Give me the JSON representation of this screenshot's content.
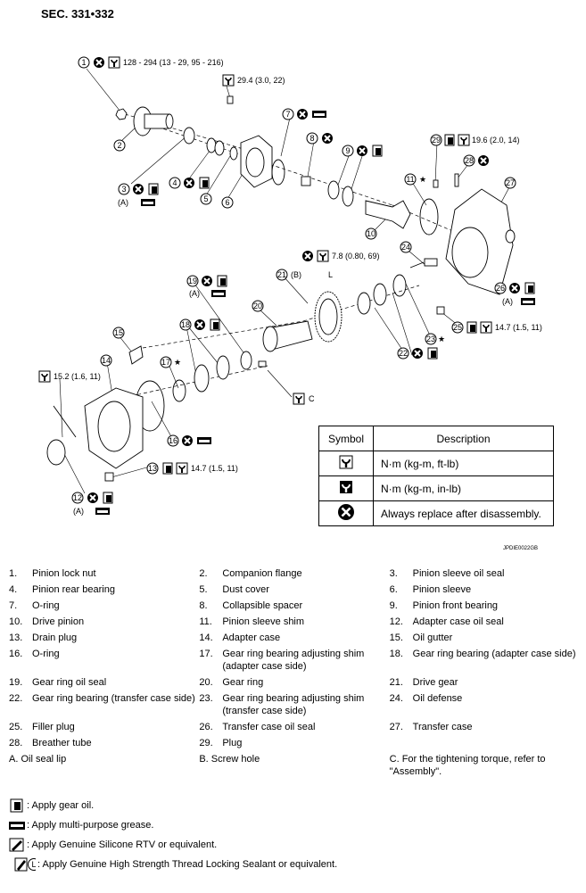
{
  "section": "SEC. 331•332",
  "callouts": {
    "c1": "128 - 294 (13 - 29, 95 - 216)",
    "c29a": "29.4 (3.0, 22)",
    "c29b": "19.6 (2.0, 14)",
    "c7_8": "7.8 (0.80, 69)",
    "c25": "14.7 (1.5, 11)",
    "c14": "15.2 (1.6, 11)",
    "c13": "14.7 (1.5, 11)",
    "paren_a": "(A)",
    "paren_b": "(B)",
    "letter_c": "C",
    "letter_l": "L",
    "star": "★"
  },
  "legend": {
    "col_symbol": "Symbol",
    "col_description": "Description",
    "rows": [
      {
        "icon": "torque-wrench-icon",
        "description": "N·m (kg-m, ft-lb)"
      },
      {
        "icon": "torque-wrench-in-icon",
        "description": "N·m (kg-m, in-lb)"
      },
      {
        "icon": "replace-x-icon",
        "description": "Always replace after disassembly."
      }
    ]
  },
  "ref_code": "JPDIE0022GB",
  "parts": [
    [
      {
        "n": "1.",
        "l": "Pinion lock nut"
      },
      {
        "n": "2.",
        "l": "Companion flange"
      },
      {
        "n": "3.",
        "l": "Pinion sleeve oil seal"
      }
    ],
    [
      {
        "n": "4.",
        "l": "Pinion rear bearing"
      },
      {
        "n": "5.",
        "l": "Dust cover"
      },
      {
        "n": "6.",
        "l": "Pinion sleeve"
      }
    ],
    [
      {
        "n": "7.",
        "l": "O-ring"
      },
      {
        "n": "8.",
        "l": "Collapsible spacer"
      },
      {
        "n": "9.",
        "l": "Pinion front bearing"
      }
    ],
    [
      {
        "n": "10.",
        "l": "Drive pinion"
      },
      {
        "n": "11.",
        "l": "Pinion sleeve shim"
      },
      {
        "n": "12.",
        "l": "Adapter case oil seal"
      }
    ],
    [
      {
        "n": "13.",
        "l": "Drain plug"
      },
      {
        "n": "14.",
        "l": "Adapter case"
      },
      {
        "n": "15.",
        "l": "Oil gutter"
      }
    ],
    [
      {
        "n": "16.",
        "l": "O-ring"
      },
      {
        "n": "17.",
        "l": "Gear ring bearing adjusting shim (adapter case side)"
      },
      {
        "n": "18.",
        "l": "Gear ring bearing (adapter case side)"
      }
    ],
    [
      {
        "n": "19.",
        "l": "Gear ring oil seal"
      },
      {
        "n": "20.",
        "l": "Gear ring"
      },
      {
        "n": "21.",
        "l": "Drive gear"
      }
    ],
    [
      {
        "n": "22.",
        "l": "Gear ring bearing (transfer case side)"
      },
      {
        "n": "23.",
        "l": "Gear ring bearing adjusting shim (transfer case side)"
      },
      {
        "n": "24.",
        "l": "Oil defense"
      }
    ],
    [
      {
        "n": "25.",
        "l": "Filler plug"
      },
      {
        "n": "26.",
        "l": "Transfer case oil seal"
      },
      {
        "n": "27.",
        "l": "Transfer case"
      }
    ],
    [
      {
        "n": "28.",
        "l": "Breather tube"
      },
      {
        "n": "29.",
        "l": "Plug"
      },
      {
        "n": "",
        "l": ""
      }
    ],
    [
      {
        "n": "",
        "l": "A. Oil seal lip"
      },
      {
        "n": "",
        "l": "B. Screw hole"
      },
      {
        "n": "",
        "l": "C. For the tightening torque, refer to \"Assembly\"."
      }
    ]
  ],
  "notes": [
    {
      "icon": "gear-oil-icon",
      "text": ": Apply gear oil."
    },
    {
      "icon": "grease-icon",
      "text": ": Apply multi-purpose grease."
    },
    {
      "icon": "silicone-rtv-icon",
      "text": ": Apply Genuine Silicone RTV or equivalent."
    },
    {
      "icon": "thread-lock-icon",
      "text": ": Apply Genuine High Strength Thread Locking Sealant or equivalent."
    }
  ]
}
